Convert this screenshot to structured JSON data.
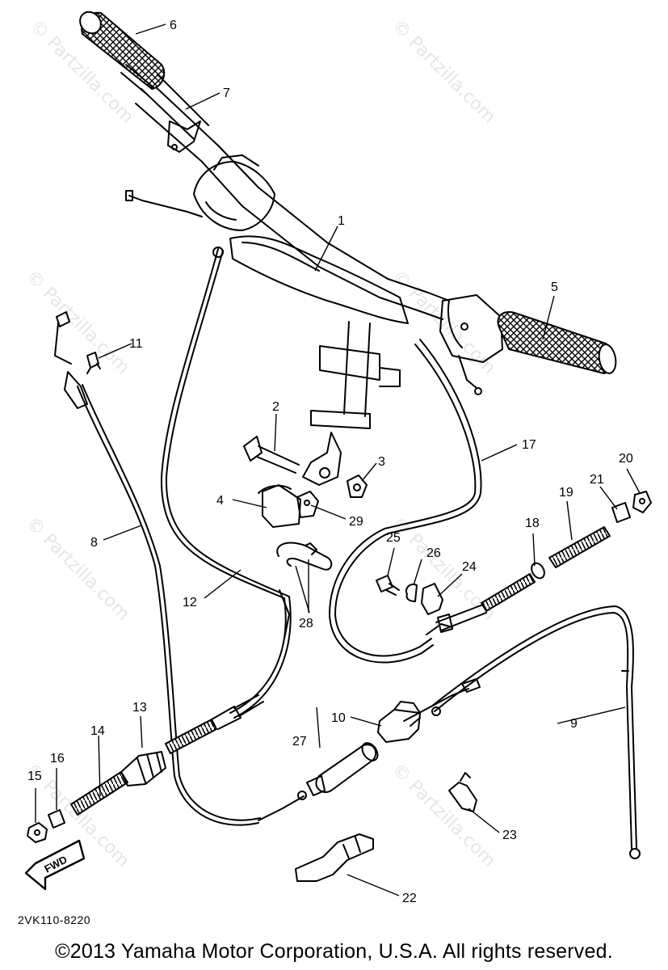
{
  "watermark": "© Partzilla.com",
  "diagram_code": "2VK110-8220",
  "fwd_label": "FWD",
  "copyright": "©2013 Yamaha Motor Corporation, U.S.A. All rights reserved.",
  "callouts": {
    "c1": "1",
    "c2": "2",
    "c3": "3",
    "c4": "4",
    "c5": "5",
    "c6": "6",
    "c7": "7",
    "c8": "8",
    "c9": "9",
    "c10": "10",
    "c11": "11",
    "c12": "12",
    "c13": "13",
    "c14": "14",
    "c15": "15",
    "c16": "16",
    "c17": "17",
    "c18": "18",
    "c19": "19",
    "c20": "20",
    "c21": "21",
    "c22": "22",
    "c23": "23",
    "c24": "24",
    "c25": "25",
    "c26": "26",
    "c27": "27",
    "c28": "28",
    "c29": "29"
  }
}
